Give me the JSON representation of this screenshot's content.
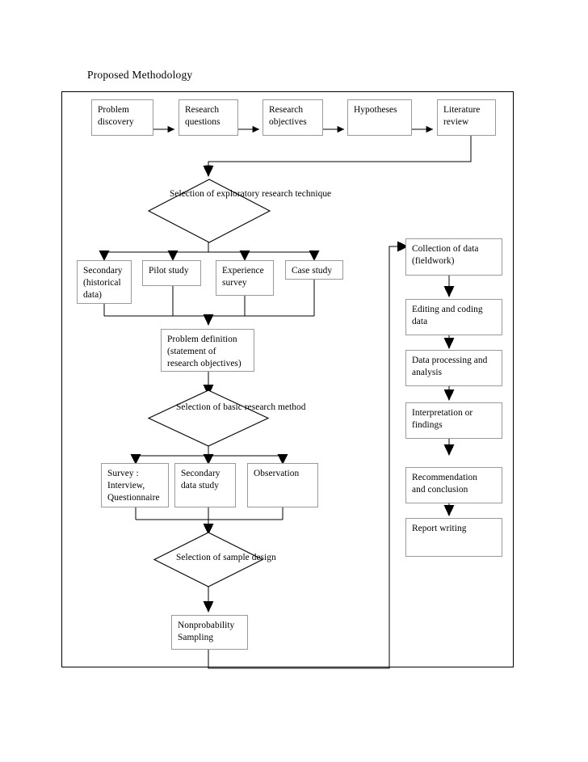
{
  "page": {
    "title": "Proposed Methodology",
    "background_color": "#ffffff",
    "line_color": "#000000",
    "node_border_color": "#9a9a9a",
    "frame_border_color": "#000000"
  },
  "chart_data": {
    "type": "diagram",
    "title": "Proposed Methodology",
    "diagram_kind": "flowchart",
    "node_shapes": [
      "rectangle",
      "diamond"
    ],
    "nodes": [
      {
        "id": "problem-discovery",
        "shape": "rectangle",
        "lines": [
          "Problem",
          "discovery"
        ]
      },
      {
        "id": "research-questions",
        "shape": "rectangle",
        "lines": [
          "Research",
          "questions"
        ]
      },
      {
        "id": "research-objectives",
        "shape": "rectangle",
        "lines": [
          "Research",
          "objectives"
        ]
      },
      {
        "id": "hypotheses",
        "shape": "rectangle",
        "lines": [
          "Hypotheses"
        ]
      },
      {
        "id": "literature-review",
        "shape": "rectangle",
        "lines": [
          "Literature",
          "review"
        ]
      },
      {
        "id": "selection-exploratory",
        "shape": "diamond",
        "lines": [
          "Selection of",
          "exploratory research",
          "technique"
        ]
      },
      {
        "id": "secondary-historical",
        "shape": "rectangle",
        "lines": [
          "Secondary",
          "(historical",
          "data)"
        ]
      },
      {
        "id": "pilot-study",
        "shape": "rectangle",
        "lines": [
          "Pilot study"
        ]
      },
      {
        "id": "experience-survey",
        "shape": "rectangle",
        "lines": [
          "Experience",
          "survey"
        ]
      },
      {
        "id": "case-study",
        "shape": "rectangle",
        "lines": [
          "Case study"
        ]
      },
      {
        "id": "problem-definition",
        "shape": "rectangle",
        "lines": [
          "Problem definition",
          "(statement of",
          "research objectives)"
        ]
      },
      {
        "id": "selection-basic",
        "shape": "diamond",
        "lines": [
          "Selection of basic",
          "research method"
        ]
      },
      {
        "id": "survey-interview",
        "shape": "rectangle",
        "lines": [
          "Survey :",
          "Interview,",
          "Questionnaire"
        ]
      },
      {
        "id": "secondary-data-study",
        "shape": "rectangle",
        "lines": [
          "Secondary",
          "data study"
        ]
      },
      {
        "id": "observation",
        "shape": "rectangle",
        "lines": [
          "Observation"
        ]
      },
      {
        "id": "selection-sample",
        "shape": "diamond",
        "lines": [
          "Selection of sample",
          "design"
        ]
      },
      {
        "id": "nonprobability",
        "shape": "rectangle",
        "lines": [
          "Nonprobability",
          "Sampling"
        ]
      },
      {
        "id": "collection-of-data",
        "shape": "rectangle",
        "lines": [
          "Collection of data",
          "(fieldwork)"
        ]
      },
      {
        "id": "editing-coding",
        "shape": "rectangle",
        "lines": [
          "Editing and coding",
          "data"
        ]
      },
      {
        "id": "data-processing",
        "shape": "rectangle",
        "lines": [
          "Data processing and",
          "analysis"
        ]
      },
      {
        "id": "interpretation",
        "shape": "rectangle",
        "lines": [
          "Interpretation or",
          "findings"
        ]
      },
      {
        "id": "recommendation",
        "shape": "rectangle",
        "lines": [
          "Recommendation",
          "and conclusion"
        ]
      },
      {
        "id": "report-writing",
        "shape": "rectangle",
        "lines": [
          "Report writing"
        ]
      }
    ],
    "edges": [
      {
        "from": "problem-discovery",
        "to": "research-questions",
        "direction": "right"
      },
      {
        "from": "research-questions",
        "to": "research-objectives",
        "direction": "right"
      },
      {
        "from": "research-objectives",
        "to": "hypotheses",
        "direction": "right"
      },
      {
        "from": "hypotheses",
        "to": "literature-review",
        "direction": "right"
      },
      {
        "from": "literature-review",
        "to": "selection-exploratory",
        "direction": "down-left"
      },
      {
        "from": "selection-exploratory",
        "to": "secondary-historical",
        "direction": "down"
      },
      {
        "from": "selection-exploratory",
        "to": "pilot-study",
        "direction": "down"
      },
      {
        "from": "selection-exploratory",
        "to": "experience-survey",
        "direction": "down"
      },
      {
        "from": "selection-exploratory",
        "to": "case-study",
        "direction": "down"
      },
      {
        "from": "secondary-historical",
        "to": "problem-definition",
        "direction": "down"
      },
      {
        "from": "pilot-study",
        "to": "problem-definition",
        "direction": "down"
      },
      {
        "from": "experience-survey",
        "to": "problem-definition",
        "direction": "down"
      },
      {
        "from": "case-study",
        "to": "problem-definition",
        "direction": "down"
      },
      {
        "from": "problem-definition",
        "to": "selection-basic",
        "direction": "down"
      },
      {
        "from": "selection-basic",
        "to": "survey-interview",
        "direction": "down"
      },
      {
        "from": "selection-basic",
        "to": "secondary-data-study",
        "direction": "down"
      },
      {
        "from": "selection-basic",
        "to": "observation",
        "direction": "down"
      },
      {
        "from": "survey-interview",
        "to": "selection-sample",
        "direction": "down"
      },
      {
        "from": "secondary-data-study",
        "to": "selection-sample",
        "direction": "down"
      },
      {
        "from": "observation",
        "to": "selection-sample",
        "direction": "down"
      },
      {
        "from": "selection-sample",
        "to": "nonprobability",
        "direction": "down"
      },
      {
        "from": "nonprobability",
        "to": "collection-of-data",
        "direction": "down-right-up"
      },
      {
        "from": "collection-of-data",
        "to": "editing-coding",
        "direction": "down"
      },
      {
        "from": "editing-coding",
        "to": "data-processing",
        "direction": "down"
      },
      {
        "from": "data-processing",
        "to": "interpretation",
        "direction": "down"
      },
      {
        "from": "interpretation",
        "to": "recommendation",
        "direction": "down"
      },
      {
        "from": "recommendation",
        "to": "report-writing",
        "direction": "down"
      }
    ]
  },
  "nodes": {
    "problem_discovery": {
      "l1": "Problem",
      "l2": "discovery"
    },
    "research_questions": {
      "l1": "Research",
      "l2": "questions"
    },
    "research_objectives": {
      "l1": "Research",
      "l2": "objectives"
    },
    "hypotheses": {
      "l1": "Hypotheses"
    },
    "literature_review": {
      "l1": "Literature",
      "l2": "review"
    },
    "selection_exploratory": {
      "l1": "Selection of",
      "l2": "exploratory research",
      "l3": "technique"
    },
    "secondary_historical": {
      "l1": "Secondary",
      "l2": "(historical",
      "l3": "data)"
    },
    "pilot_study": {
      "l1": "Pilot study"
    },
    "experience_survey": {
      "l1": "Experience",
      "l2": "survey"
    },
    "case_study": {
      "l1": "Case study"
    },
    "problem_definition": {
      "l1": "Problem definition",
      "l2": "(statement of",
      "l3": "research objectives)"
    },
    "selection_basic": {
      "l1": "Selection of basic",
      "l2": "research method"
    },
    "survey_interview": {
      "l1": "Survey :",
      "l2": "Interview,",
      "l3": "Questionnaire"
    },
    "secondary_data_study": {
      "l1": "Secondary",
      "l2": "data study"
    },
    "observation": {
      "l1": "Observation"
    },
    "selection_sample": {
      "l1": "Selection of sample",
      "l2": "design"
    },
    "nonprobability": {
      "l1": "Nonprobability",
      "l2": "Sampling"
    },
    "collection_of_data": {
      "l1": "Collection of data",
      "l2": "(fieldwork)"
    },
    "editing_coding": {
      "l1": "Editing and coding",
      "l2": "data"
    },
    "data_processing": {
      "l1": "Data processing and",
      "l2": "analysis"
    },
    "interpretation": {
      "l1": "Interpretation or",
      "l2": "findings"
    },
    "recommendation": {
      "l1": "Recommendation",
      "l2": "and conclusion"
    },
    "report_writing": {
      "l1": "Report writing"
    }
  }
}
